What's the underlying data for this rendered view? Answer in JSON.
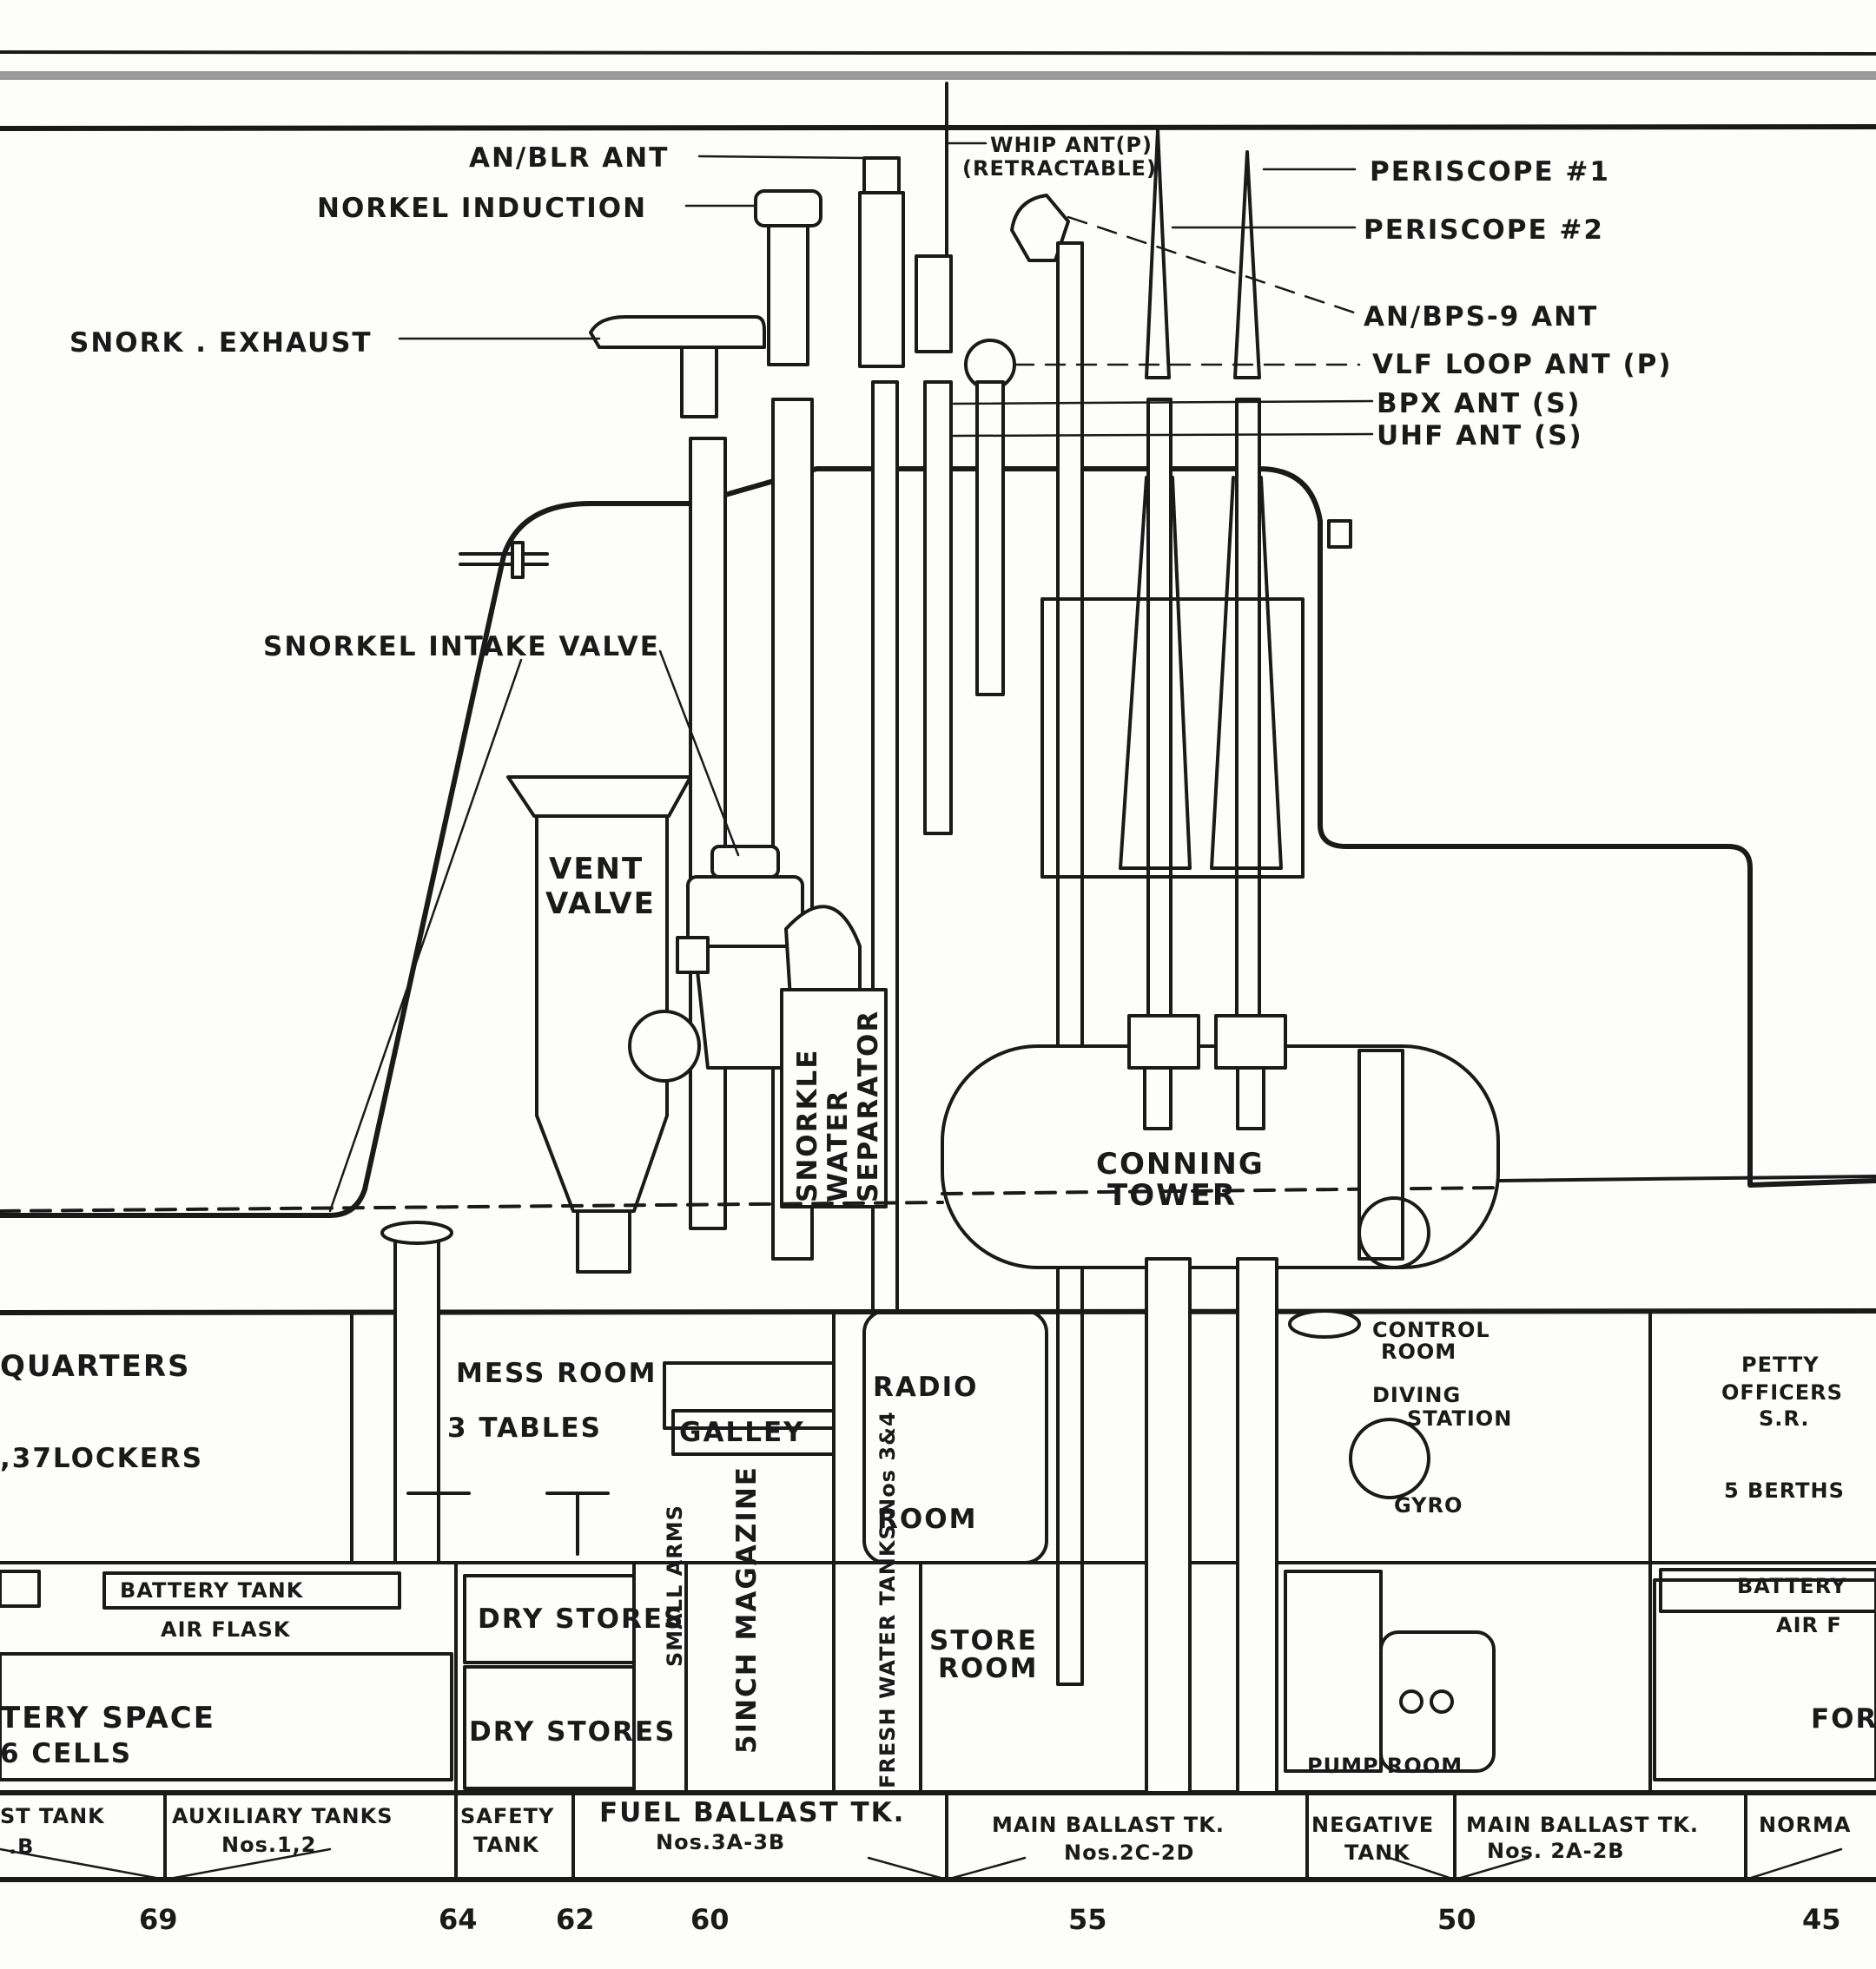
{
  "labels": {
    "an_blr_ant": "AN/BLR ANT",
    "snorkel_induction": "NORKEL INDUCTION",
    "snorkel_exhaust": "SNORK . EXHAUST",
    "whip_ant": "WHIP ANT(P)",
    "whip_ant_sub": "(RETRACTABLE)",
    "periscope_1": "PERISCOPE #1",
    "periscope_2": "PERISCOPE #2",
    "an_bps9_ant": "AN/BPS-9 ANT",
    "vlf_loop_ant": "VLF LOOP ANT (P)",
    "bpx_ant": "BPX ANT (S)",
    "uhf_ant": "UHF ANT (S)",
    "snorkel_intake_valve": "SNORKEL INTAKE VALVE",
    "vent_valve_1": "VENT",
    "vent_valve_2": "VALVE",
    "snorkle_water_separator": [
      "SNORKLE",
      "WATER",
      "SEPARATOR"
    ],
    "conning_tower_1": "CONNING",
    "conning_tower_2": "TOWER"
  },
  "compartments": {
    "quarters": "QUARTERS",
    "lockers": ",37LOCKERS",
    "mess_room": "MESS ROOM",
    "tables": "3 TABLES",
    "galley": "GALLEY",
    "radio": "RADIO",
    "radio_room": "ROOM",
    "control_room_1": "CONTROL",
    "control_room_2": "ROOM",
    "diving_station_1": "DIVING",
    "diving_station_2": "STATION",
    "gyro": "GYRO",
    "petty_officers_1": "PETTY",
    "petty_officers_2": "OFFICERS",
    "petty_officers_3": "S.R.",
    "berths": "5 BERTHS",
    "battery_tank_left": "BATTERY TANK",
    "air_flask_left": "AIR FLASK",
    "battery_space_1": "TERY SPACE",
    "battery_space_2": "6 CELLS",
    "dry_stores_1": "DRY STORES",
    "dry_stores_2": "DRY STORES",
    "small_arms": "SMALL ARMS",
    "magazine": "5INCH MAGAZINE",
    "fresh_water": "FRESH WATER TANKS Nos 3&4",
    "store_room_1": "STORE",
    "store_room_2": "ROOM",
    "pump_room": "PUMP ROOM",
    "battery_right": "BATTERY",
    "air_flask_right": "AIR F",
    "forward_right": "FOR"
  },
  "tanks": [
    {
      "line1": "ST TANK",
      "line2": ".B"
    },
    {
      "line1": "AUXILIARY TANKS",
      "line2": "Nos.1,2"
    },
    {
      "line1": "SAFETY",
      "line2": "TANK"
    },
    {
      "line1": "FUEL BALLAST TK.",
      "line2": "Nos.3A-3B"
    },
    {
      "line1": "MAIN BALLAST TK.",
      "line2": "Nos.2C-2D"
    },
    {
      "line1": "NEGATIVE",
      "line2": "TANK"
    },
    {
      "line1": "MAIN BALLAST TK.",
      "line2": "Nos. 2A-2B"
    },
    {
      "line1": "NORMA",
      "line2": ""
    }
  ],
  "frames": [
    "69",
    "64",
    "62",
    "60",
    "55",
    "50",
    "45"
  ]
}
